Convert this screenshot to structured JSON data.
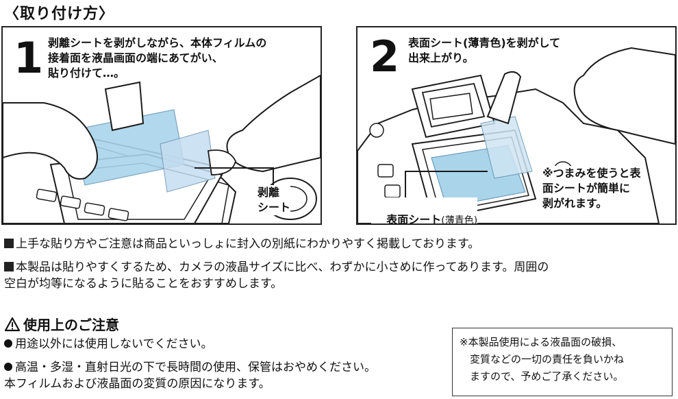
{
  "heading": "〈取り付け方〉",
  "step1": {
    "number": "1",
    "text": "剥離シートを剥がしながら、本体フィルムの\n接着面を液晶画面の端にあてがい、\n貼り付けて…。",
    "callout": "剥離\nシート"
  },
  "step2": {
    "number": "2",
    "text": "表面シート(薄青色)を剥がして\n出来上がり。",
    "callout_main": "表面シート",
    "callout_sub": "(薄青色)",
    "note": "※つまみを使うと表\n面シートが簡単に\n剥がれます。"
  },
  "bullets": [
    "上手な貼り方やご注意は商品といっしょに封入の別紙にわかりやすく掲載しております。",
    "本製品は貼りやすくするため、カメラの液晶サイズに比べ、わずかに小さめに作ってあります。周囲の\n空白が均等になるように貼ることをおすすめします。"
  ],
  "caution": {
    "title": "使用上のご注意",
    "items": [
      "用途以外には使用しないでください。",
      "高温・多湿・直射日光の下で長時間の使用、保管はおやめください。\n本フィルムおよび液晶面の変質の原因になります。"
    ],
    "box": "※本製品使用による液晶面の破損、\n　変質などの一切の責任を負いかね\n　ますので、予めご了承ください。"
  },
  "colors": {
    "film_blue": "#a9d4ea",
    "film_light": "#d7ecf7",
    "line": "#1a1a1a"
  }
}
